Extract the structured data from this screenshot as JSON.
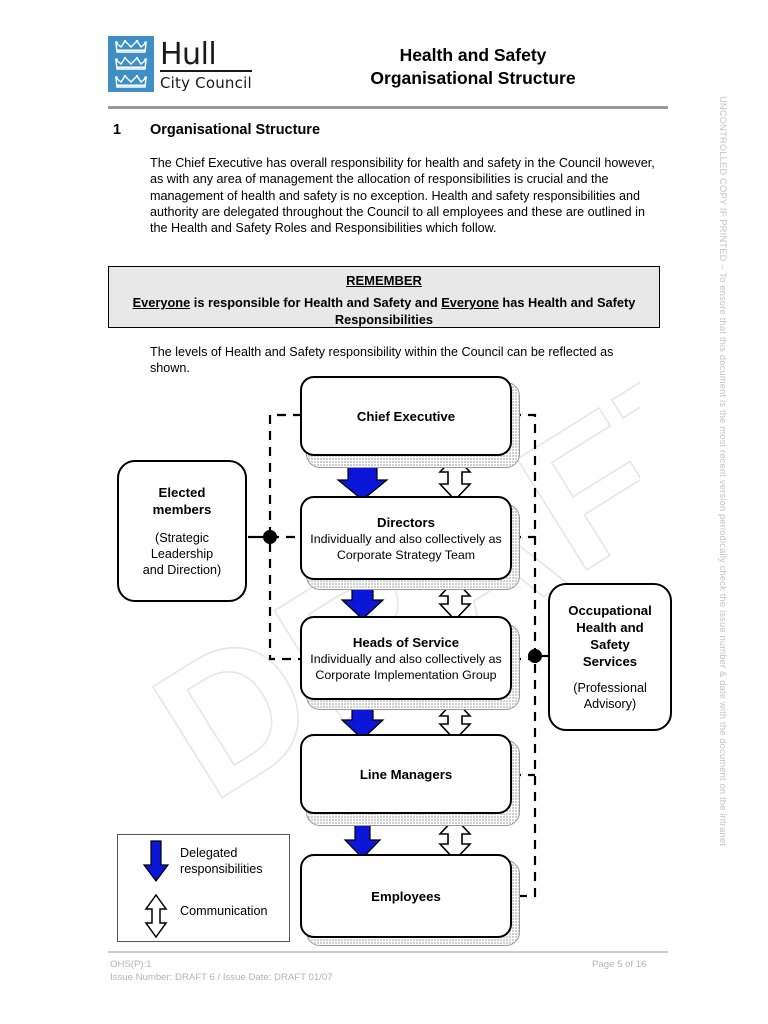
{
  "header": {
    "logo": {
      "name": "Hull City Council",
      "line1": "Hull",
      "line2": "City Council",
      "crest_color": "#3e8fc6",
      "crowns": 3
    },
    "title_line1": "Health and Safety",
    "title_line2": "Organisational Structure"
  },
  "section": {
    "number": "1",
    "title": "Organisational Structure",
    "paragraph": "The Chief Executive has overall responsibility for health and safety in the Council however, as with any area of management the allocation of responsibilities is crucial and the management of health and safety is no exception. Health and safety responsibilities and authority are delegated throughout the Council to all employees and these are outlined in the Health and Safety Roles and Responsibilities which follow.",
    "levels_paragraph": "The levels of Health and Safety responsibility within the Council can be reflected as shown."
  },
  "remember": {
    "title": "REMEMBER",
    "part1": "Everyone",
    "part2": " is responsible for Health and Safety and ",
    "part3": "Everyone",
    "part4": " has Health and Safety Responsibilities",
    "background": "#e8e8e8"
  },
  "diagram": {
    "chain": [
      {
        "heading": "Chief Executive",
        "sub": ""
      },
      {
        "heading": "Directors",
        "sub": "Individually and also collectively as Corporate Strategy Team"
      },
      {
        "heading": "Heads of Service",
        "sub": "Individually and also collectively as Corporate Implementation Group"
      },
      {
        "heading": "Line Managers",
        "sub": ""
      },
      {
        "heading": "Employees",
        "sub": ""
      }
    ],
    "side_left": {
      "heading_line1": "Elected",
      "heading_line2": "members",
      "paren_line1": "(Strategic",
      "paren_line2": "Leadership",
      "paren_line3": "and Direction)"
    },
    "side_right": {
      "heading_line1": "Occupational",
      "heading_line2": "Health and",
      "heading_line3": "Safety",
      "heading_line4": "Services",
      "paren_line1": "(Professional",
      "paren_line2": "Advisory)"
    },
    "legend": {
      "delegated_line1": "Delegated",
      "delegated_line2": "responsibilities",
      "communication": "Communication",
      "delegated_arrow_color": "#0b16d8",
      "communication_arrow_color": "#ffffff"
    },
    "watermark_text": "DRAFT"
  },
  "footer": {
    "doc_ref": "OHS(P):1",
    "issue_line": "Issue Number: DRAFT 6 / Issue Date: DRAFT 01/07",
    "page": "Page 5 of 16"
  },
  "side_notice": "UNCONTROLLED COPY IF PRINTED – To ensure that this document is the most recent version periodically check the issue number & date with the document on the intranet"
}
